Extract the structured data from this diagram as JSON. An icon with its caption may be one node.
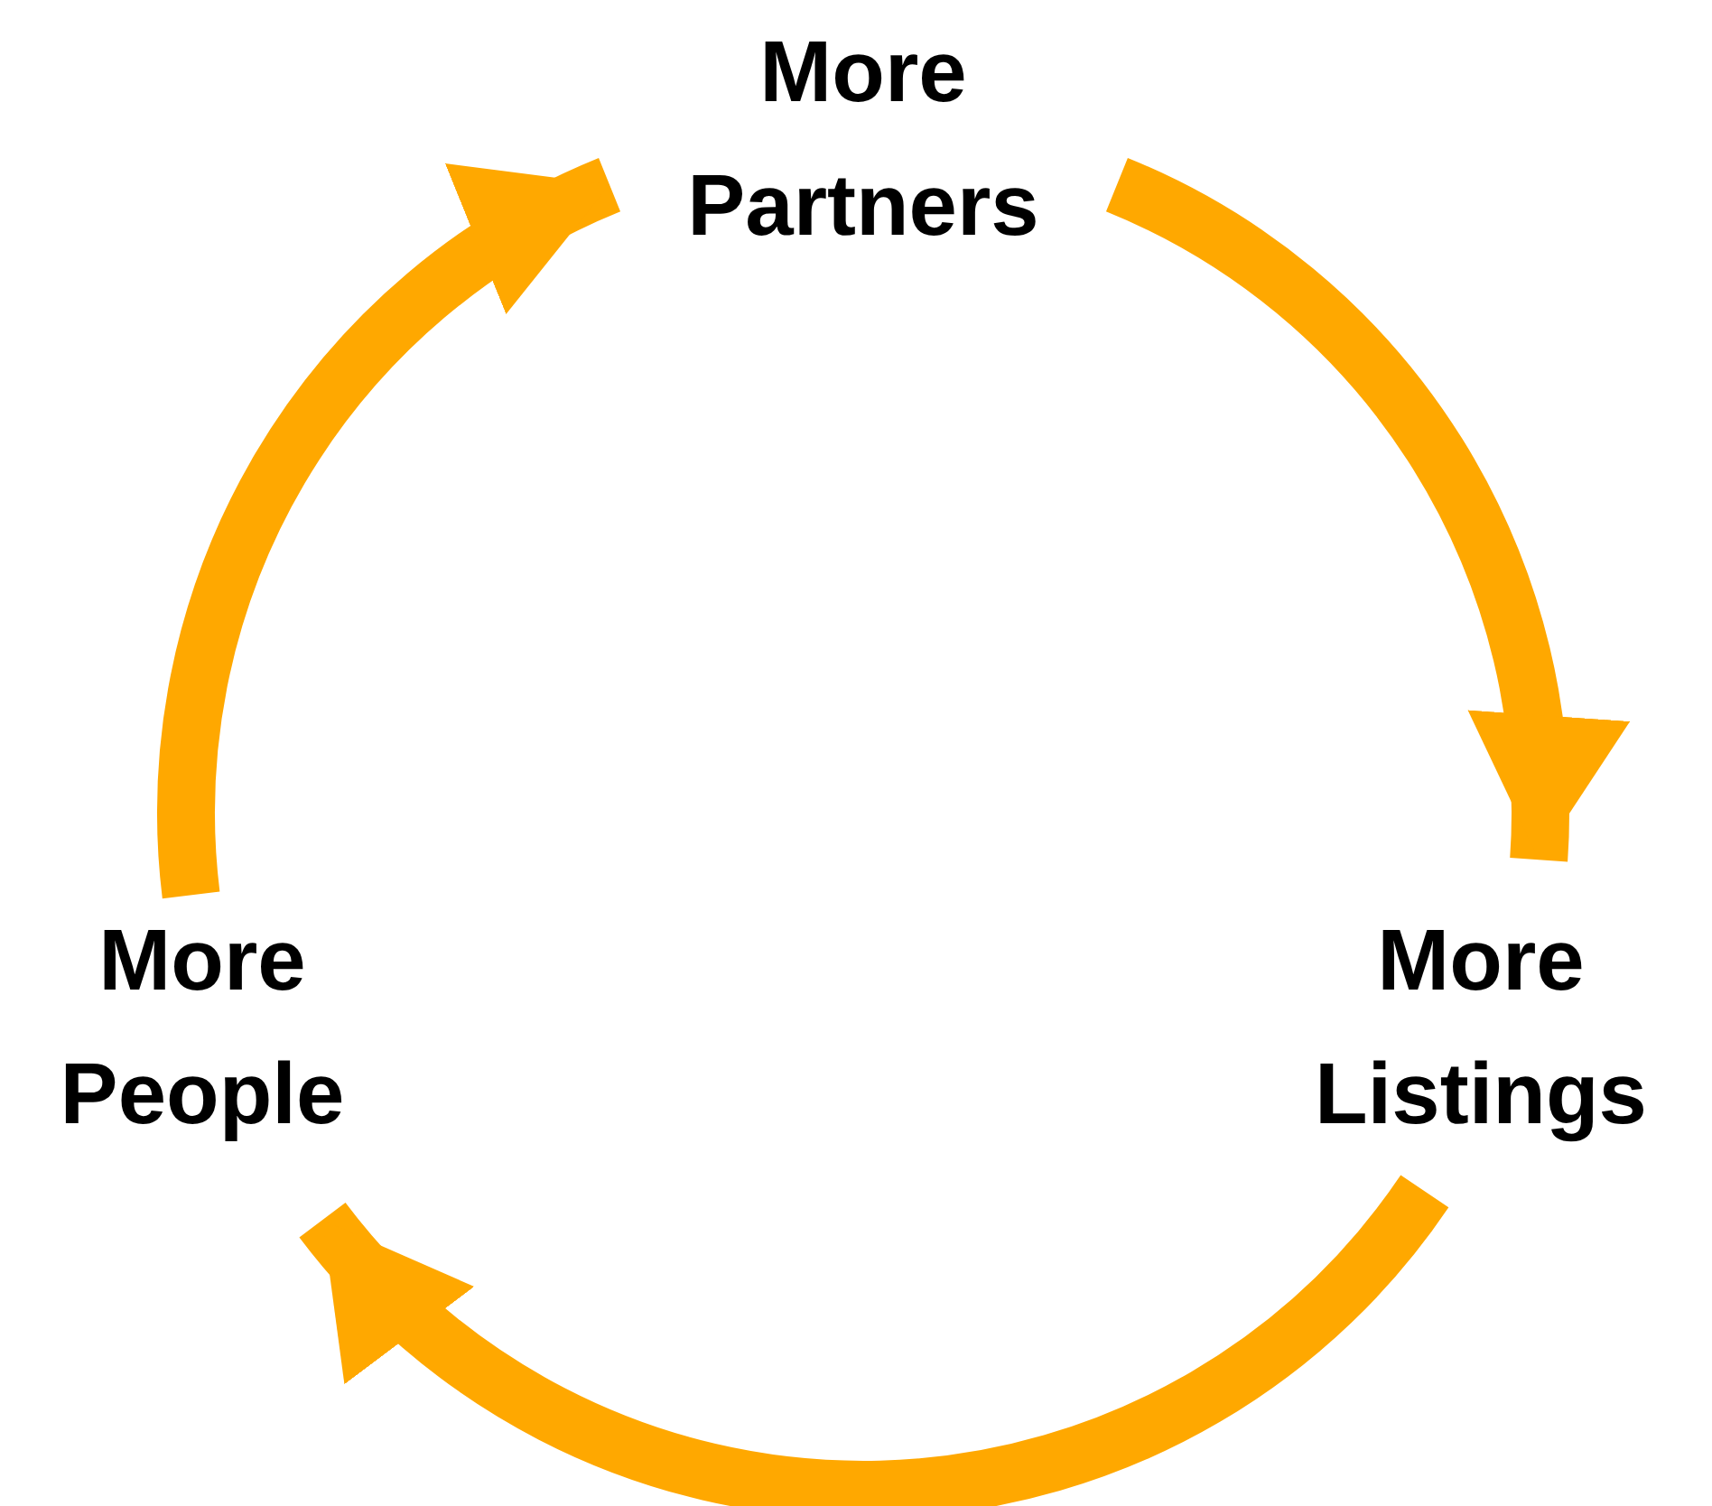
{
  "diagram": {
    "nodes": [
      {
        "text": [
          "More Partners"
        ]
      },
      {
        "text": [
          "More Listings"
        ]
      },
      {
        "text": [
          "More People"
        ]
      }
    ],
    "edges": [
      {
        "from": 0,
        "to": 1,
        "arrow": "to"
      },
      {
        "from": 1,
        "to": 2,
        "arrow": "to"
      },
      {
        "from": 2,
        "to": 0,
        "arrow": "to"
      }
    ]
  }
}
